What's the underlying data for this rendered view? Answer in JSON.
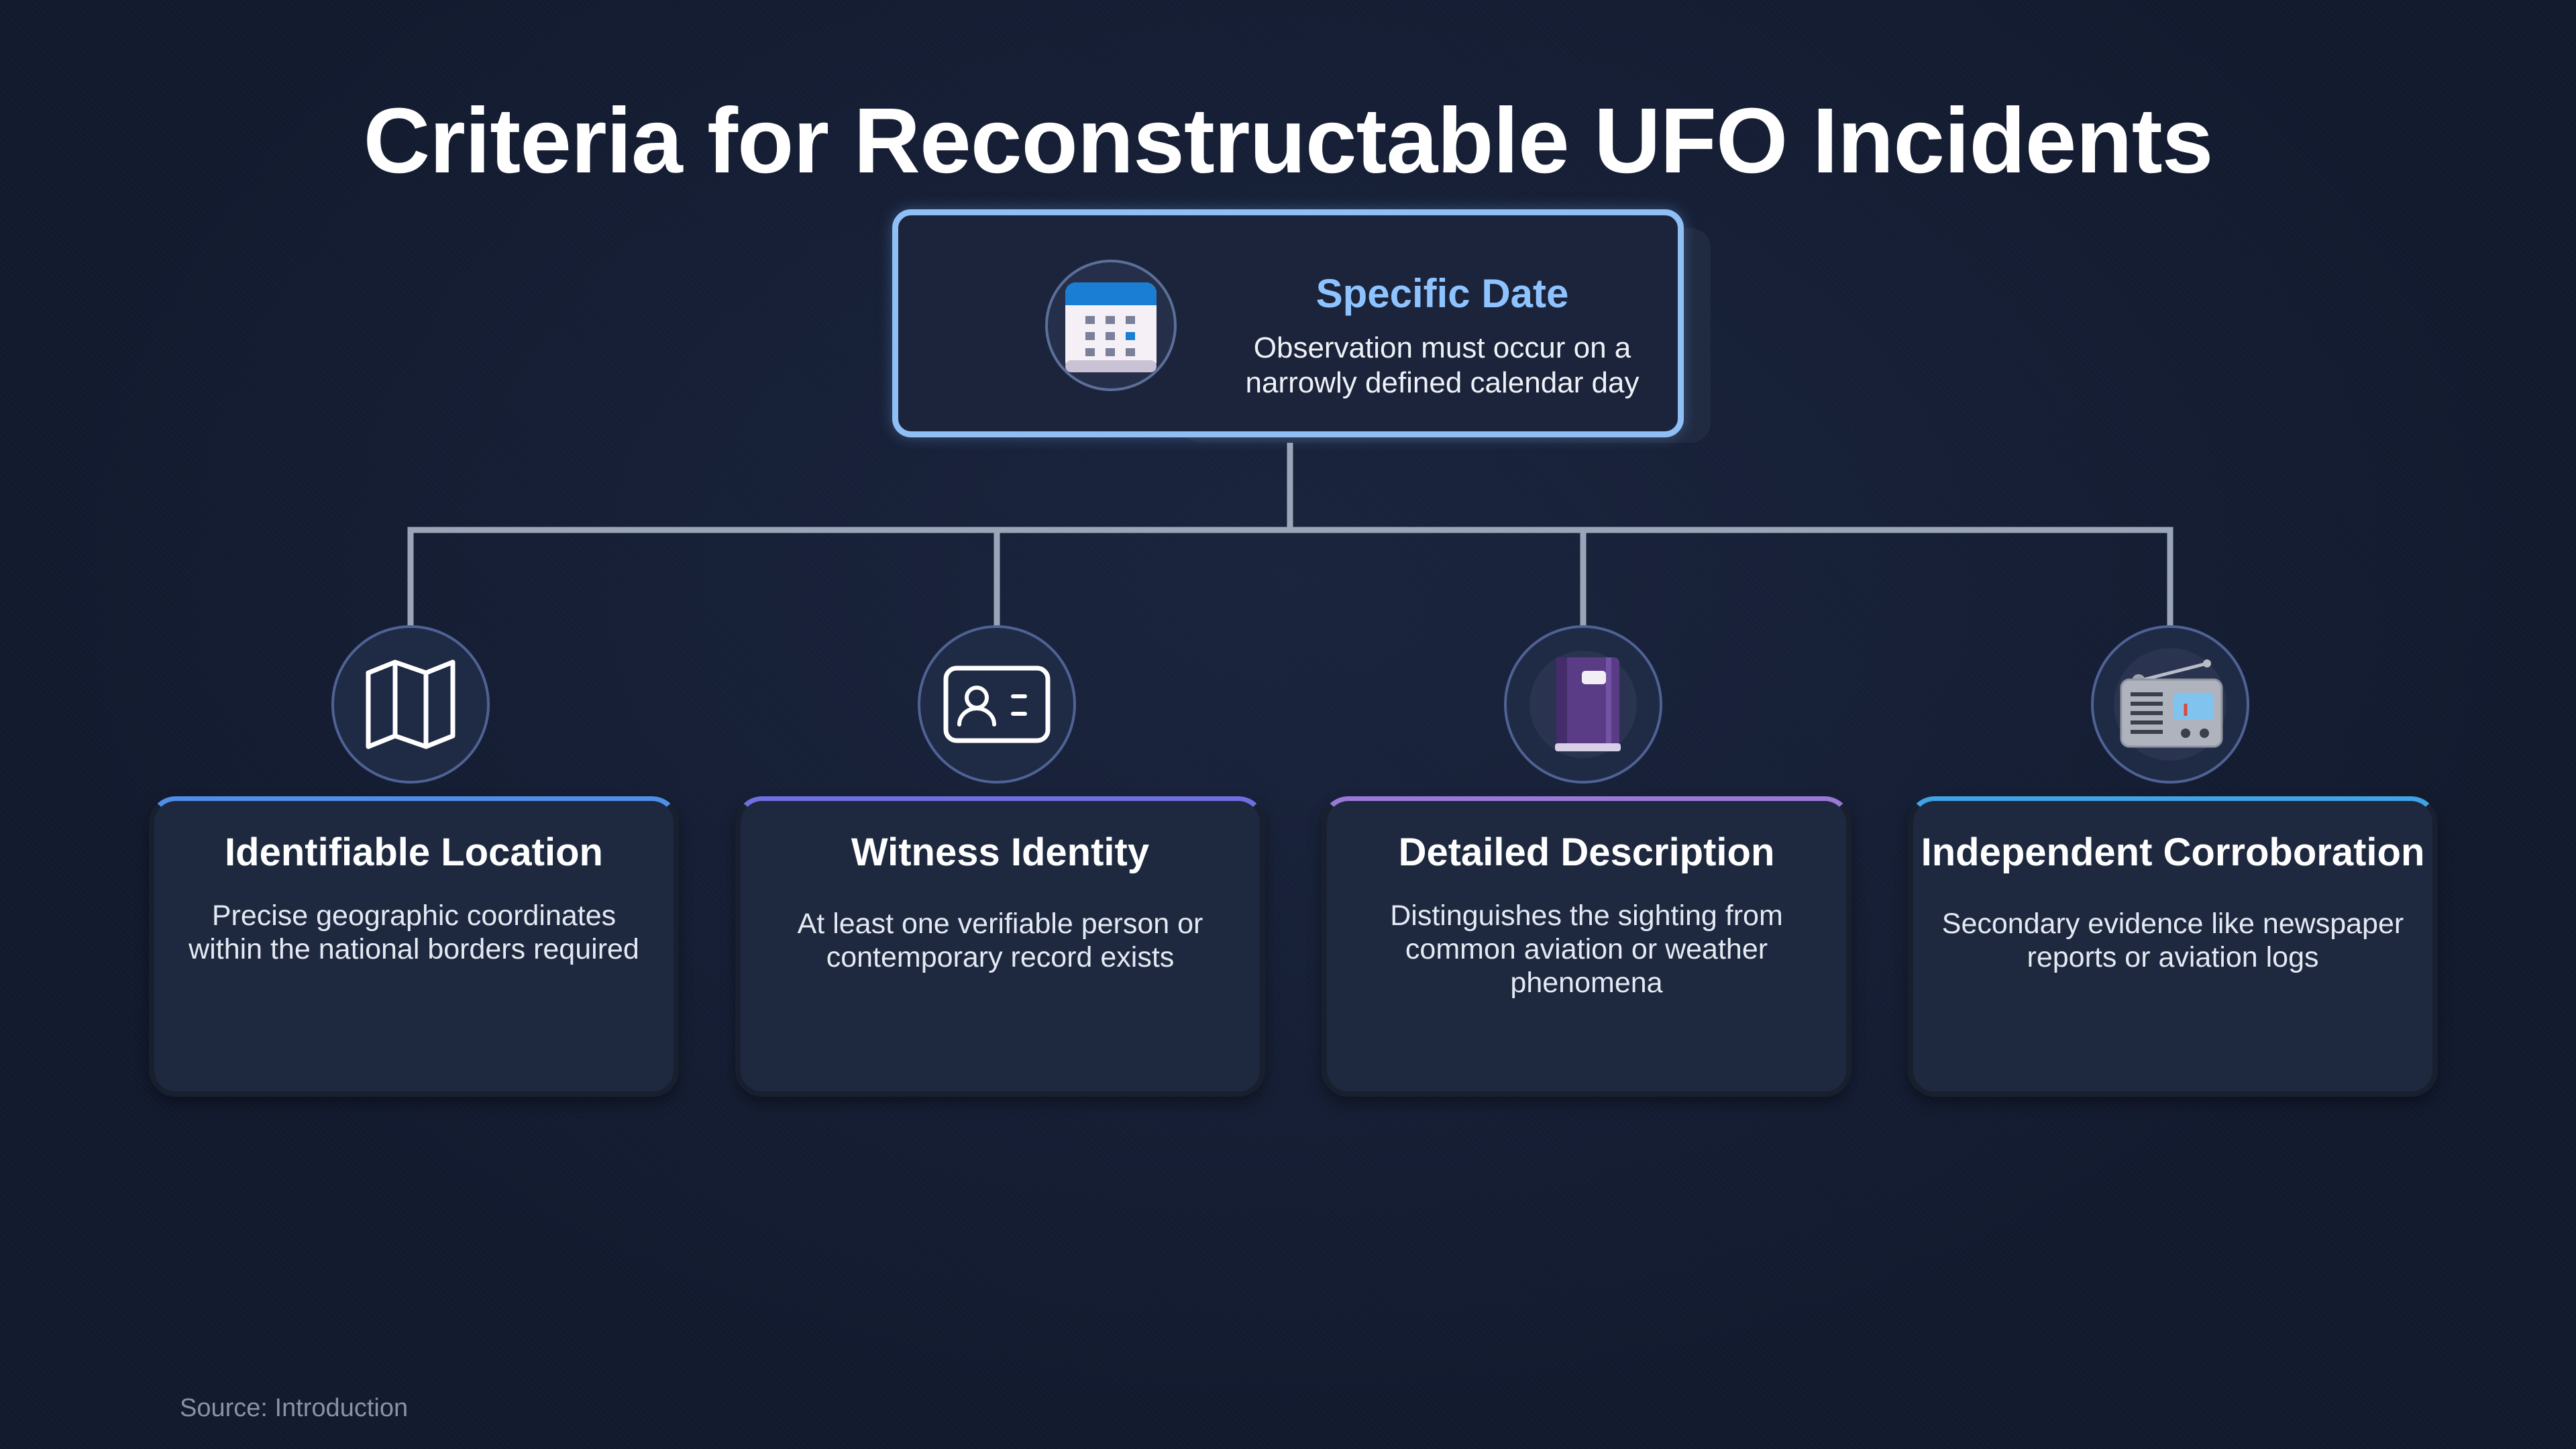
{
  "title": "Criteria for Reconstructable UFO Incidents",
  "root": {
    "title": "Specific Date",
    "description": "Observation must occur on a narrowly defined calendar day",
    "icon": "calendar-icon"
  },
  "criteria": [
    {
      "title": "Identifiable Location",
      "description": "Precise geographic coordinates within the national borders required",
      "icon": "map-icon",
      "accent": "#4f8fe8"
    },
    {
      "title": "Witness Identity",
      "description": "At least one verifiable person or contemporary record exists",
      "icon": "id-card-icon",
      "accent": "#6f6fe0"
    },
    {
      "title": "Detailed Description",
      "description": "Distinguishes the sighting from common aviation or weather phenomena",
      "icon": "notebook-icon",
      "accent": "#9a78d8"
    },
    {
      "title": "Independent Corroboration",
      "description": "Secondary evidence like newspaper reports or aviation logs",
      "icon": "radio-icon",
      "accent": "#3fa3e6"
    }
  ],
  "source": "Source: Introduction",
  "colors": {
    "background": "#121a2e",
    "root_border": "#8fbff5",
    "root_title": "#8ec3ff",
    "connector": "#9aa6b8"
  }
}
